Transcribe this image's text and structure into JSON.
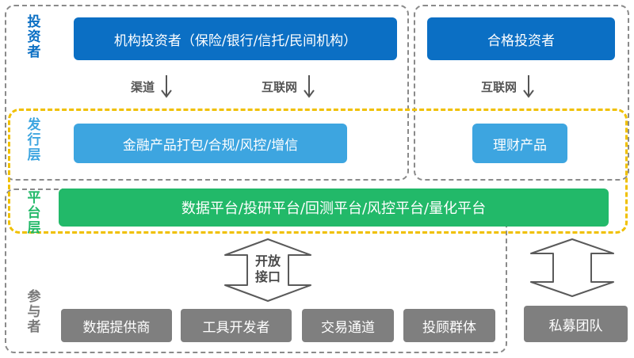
{
  "labels": {
    "investors": "投资者",
    "issuance": "发行层",
    "platform": "平台层",
    "participants": "参与者"
  },
  "top": {
    "institutional": "机构投资者（保险/银行/信托/民间机构）",
    "qualified": "合格投资者"
  },
  "channels": {
    "left_1": "渠道",
    "left_2": "互联网",
    "right": "互联网"
  },
  "issuance": {
    "left": "金融产品打包/合规/风控/增信",
    "right": "理财产品"
  },
  "platform": {
    "bar": "数据平台/投研平台/回测平台/风控平台/量化平台"
  },
  "open_interface": "开放\n接口",
  "participants": {
    "items": [
      "数据提供商",
      "工具开发者",
      "交易通道",
      "投顾群体"
    ],
    "private": "私募团队"
  },
  "colors": {
    "dark_blue": "#0b6fc4",
    "light_blue": "#3da5e0",
    "green": "#22b969",
    "gray": "#7f7f7f",
    "label_blue": "#0b6fc4",
    "label_lightblue": "#3da5e0",
    "label_green": "#22b969",
    "dash_yellow": "#f0c000"
  }
}
